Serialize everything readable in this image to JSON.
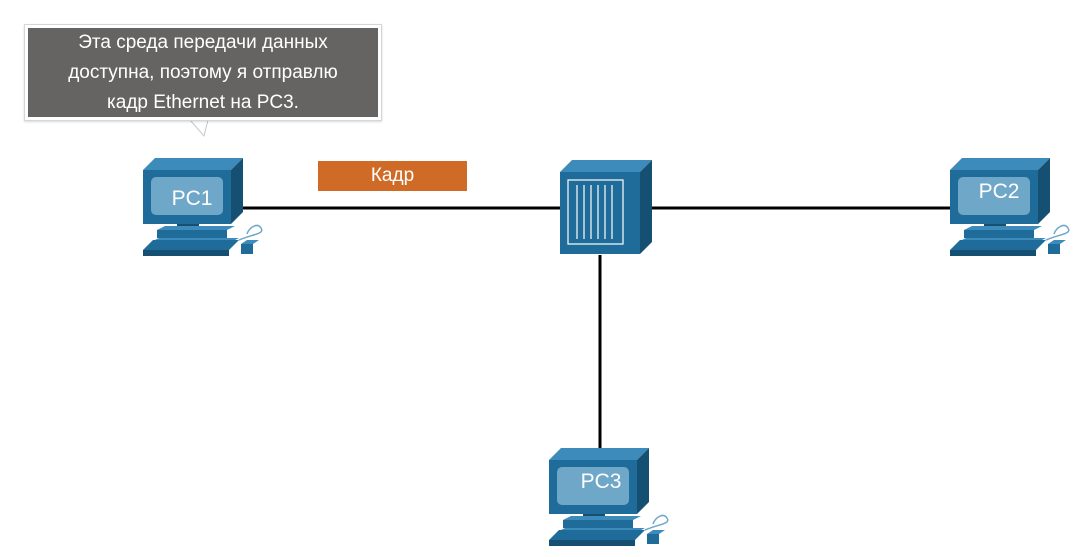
{
  "bubble": {
    "lines": [
      "Эта среда передачи данных",
      "доступна, поэтому я отправлю",
      "кадр Ethernet на PC3."
    ]
  },
  "frame": {
    "label": "Кадр"
  },
  "devices": {
    "pc1": {
      "label": "PC1"
    },
    "pc2": {
      "label": "PC2"
    },
    "pc3": {
      "label": "PC3"
    }
  },
  "colors": {
    "device": "#1f6c9a",
    "device_dark": "#154f72",
    "device_light": "#3d8bba",
    "screen": "#6fa7c9",
    "frame": "#cf6b26",
    "bubble": "#666363",
    "link": "#000000"
  }
}
